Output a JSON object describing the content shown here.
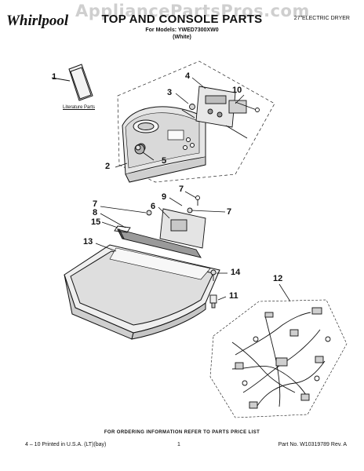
{
  "watermark": "AppliancePartsPros.com",
  "brand": "Whirlpool",
  "title": "TOP AND CONSOLE PARTS",
  "model_line": "For Models: YWED7300XW0",
  "color_line": "(White)",
  "dryer_type": "27\"ELECTRIC DRYER",
  "literature_label": "Literature Parts",
  "callouts": {
    "c1": "1",
    "c2": "2",
    "c3": "3",
    "c4": "4",
    "c5": "5",
    "c6": "6",
    "c7a": "7",
    "c7b": "7",
    "c7c": "7",
    "c8": "8",
    "c9": "9",
    "c10": "10",
    "c11": "11",
    "c12": "12",
    "c13": "13",
    "c14": "14",
    "c15": "15"
  },
  "footer": {
    "ordering_note": "FOR ORDERING INFORMATION REFER TO PARTS PRICE LIST",
    "printed": "4 – 10 Printed in U.S.A. (LT)(bay)",
    "page": "1",
    "part_no": "Part No. W10319789 Rev. A"
  }
}
